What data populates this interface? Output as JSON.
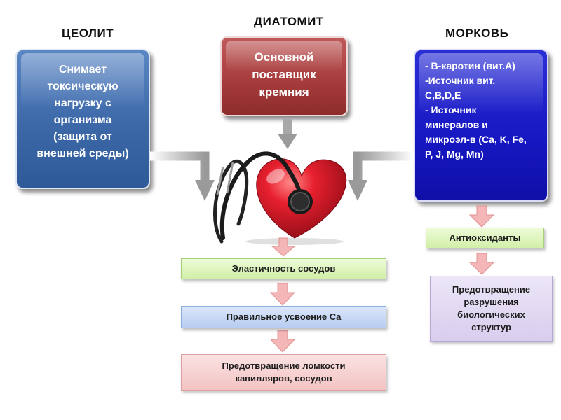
{
  "titles": {
    "zeolite": "ЦЕОЛИТ",
    "diatomite": "ДИАТОМИТ",
    "carrot": "МОРКОВЬ"
  },
  "boxes": {
    "zeolite": "Снимает\nтоксическую\nнагрузку с\nорганизма\n(защита от\nвнешней среды)",
    "diatomite": "Основной\nпоставщик\nкремния",
    "carrot": "- В-каротин (вит.А)\n-Источник вит.\nC,B,D,E\n- Источник\nминералов и\nмикроэл-в (Ca, K, Fe,\nP, J, Mg, Mn)"
  },
  "results": {
    "vessels": "Эластичность сосудов",
    "calcium": "Правильное усвоение Ca",
    "capillaries": "Предотвращение ломкости\nкапилляров, сосудов",
    "antioxidants": "Антиоксиданты",
    "structures": "Предотвращение\nразрушения\nбиологических\nструктур"
  },
  "colors": {
    "zeolite_box": "#3c68a8",
    "diatomite_box": "#a53a3a",
    "carrot_box": "#1717c2",
    "heart": "#d4142a",
    "flow_arrow": "#aaaaaa",
    "step_arrow": "#f4b6b6"
  },
  "icons": {
    "center": "heart-with-stethoscope-icon"
  }
}
